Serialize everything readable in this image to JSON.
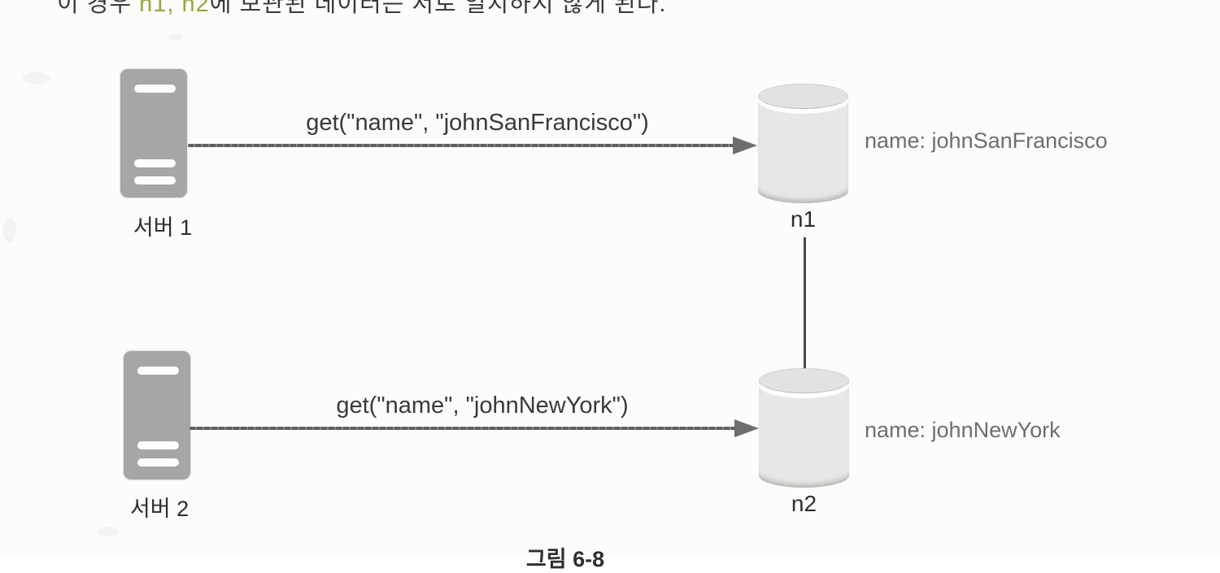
{
  "page": {
    "bg_color": "#fcfcfb",
    "cropped_top_line": {
      "prefix": "이 경우 ",
      "code_tokens": "n1, n2",
      "suffix": "에 보관된 데이터는 서로 일치하지 않게 된다.",
      "code_color": "#95a83d"
    },
    "caption": "그림 6-8"
  },
  "diagram": {
    "servers": [
      {
        "label": "서버 1"
      },
      {
        "label": "서버 2"
      }
    ],
    "requests": [
      {
        "label": "get(\"name\", \"johnSanFrancisco\")"
      },
      {
        "label": "get(\"name\", \"johnNewYork\")"
      }
    ],
    "nodes": [
      {
        "label": "n1",
        "value": "name: johnSanFrancisco"
      },
      {
        "label": "n2",
        "value": "name: johnNewYork"
      }
    ],
    "colors": {
      "server_fill": "#a6a6a6",
      "cylinder_fill": "#e7e7e5",
      "cylinder_top": "#e2e2e0",
      "arrow": "#6e6e6e",
      "label_text": "#3a3a3a",
      "value_text": "#6e6e6e"
    }
  }
}
